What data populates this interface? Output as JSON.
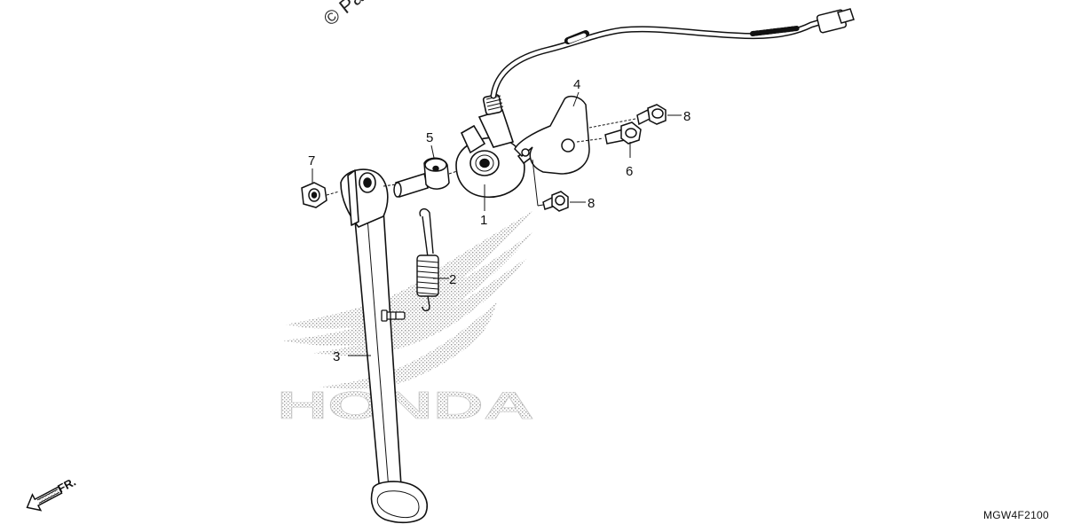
{
  "watermark_text": "© Pa",
  "logo_text": "HONDA",
  "direction": {
    "label": "FR.",
    "icon": "front-arrow-icon"
  },
  "diagram_code": "MGW4F2100",
  "callouts": {
    "c1": "1",
    "c2": "2",
    "c3": "3",
    "c4": "4",
    "c5": "5",
    "c6": "6",
    "c7": "7",
    "c8a": "8",
    "c8b": "8"
  }
}
